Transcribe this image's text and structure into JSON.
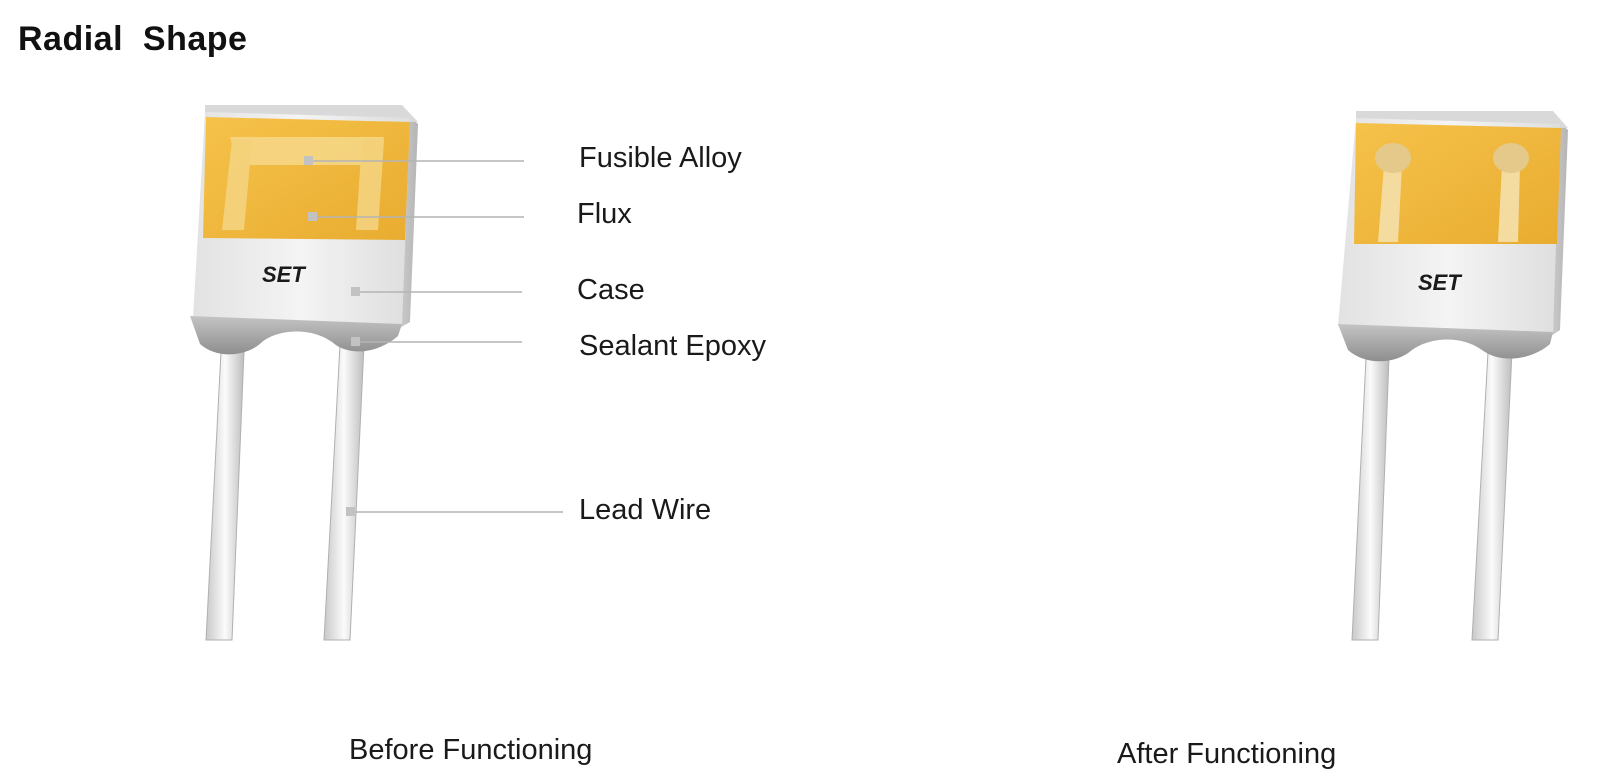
{
  "title": "Radial  Shape",
  "marking_text": "SET",
  "labels": {
    "fusible_alloy": "Fusible Alloy",
    "flux": "Flux",
    "case": "Case",
    "sealant_epoxy": "Sealant Epoxy",
    "lead_wire": "Lead Wire"
  },
  "captions": {
    "before": "Before Functioning",
    "after": "After Functioning"
  },
  "colors": {
    "flux": "#f0b83c",
    "case": "#ececec",
    "epoxy": "#a8a8a8",
    "leader_line": "#b4b4b4"
  }
}
